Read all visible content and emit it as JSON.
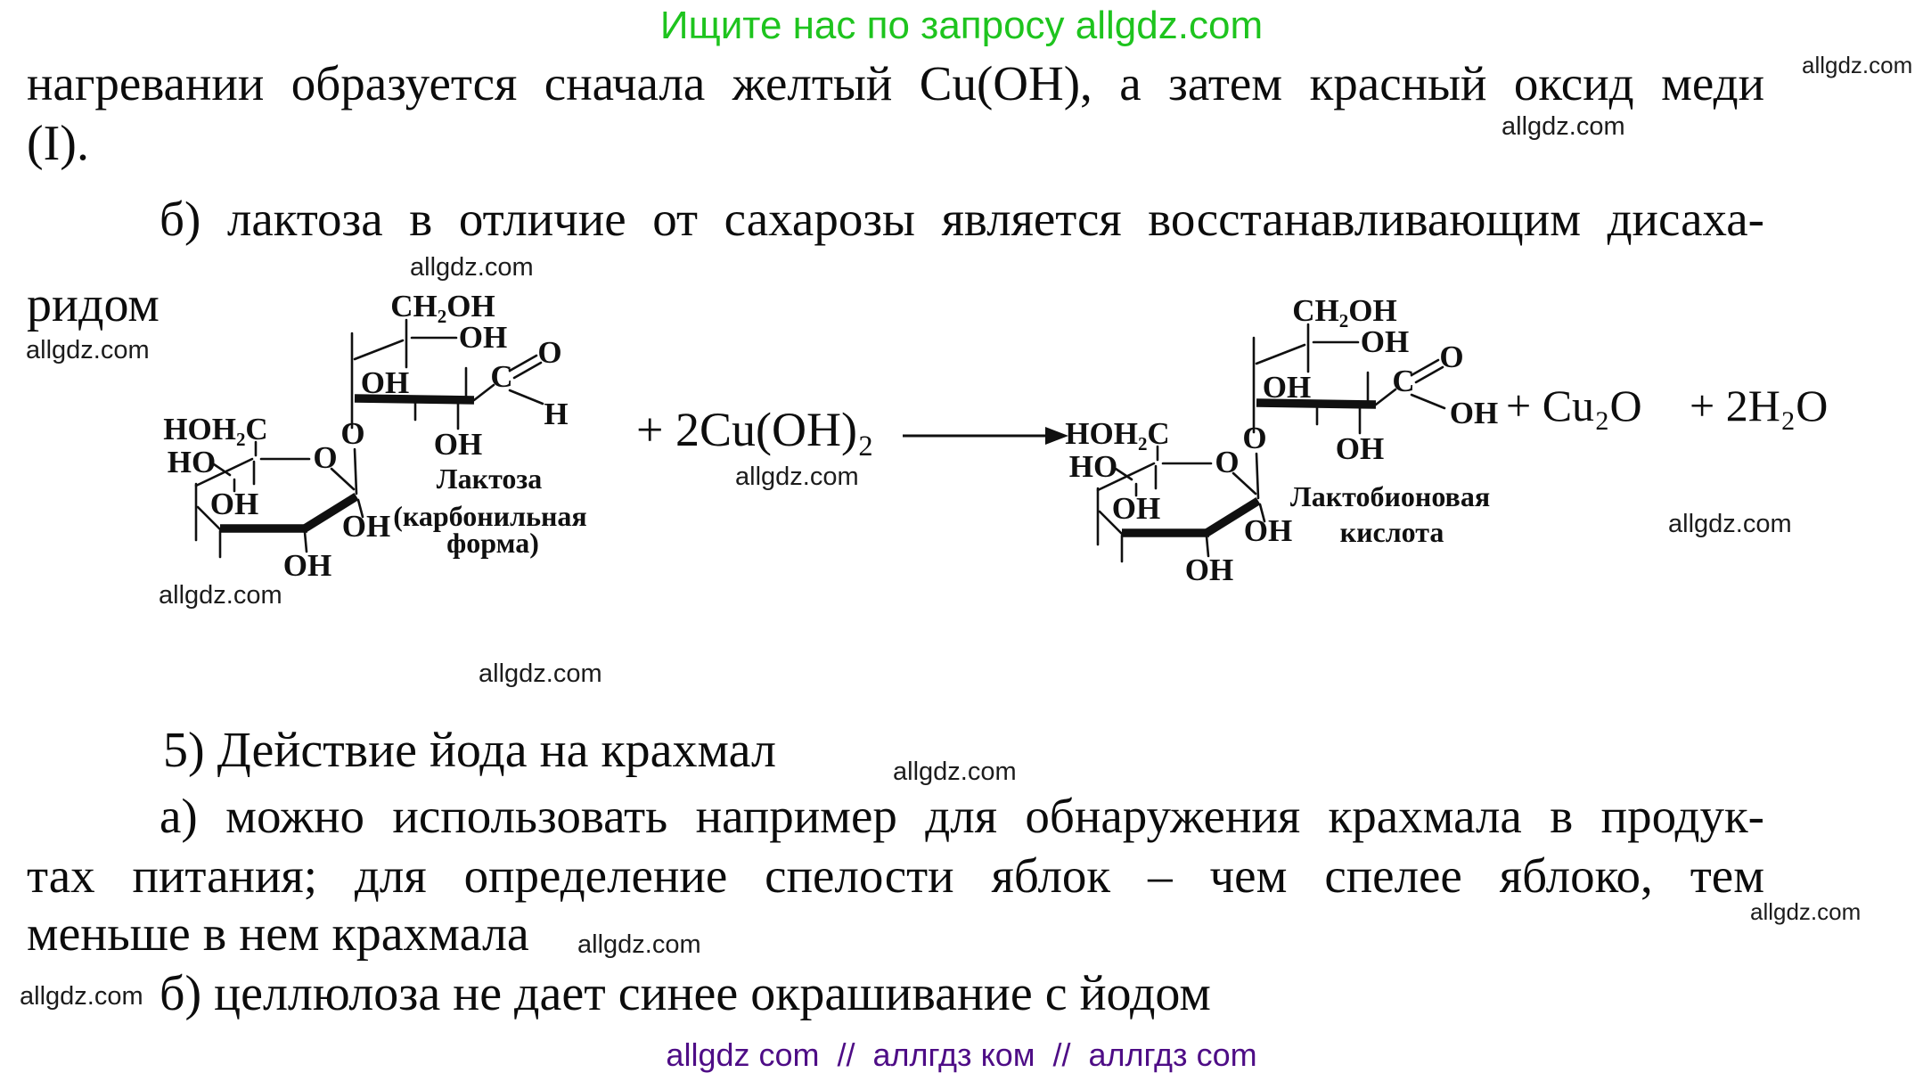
{
  "header": {
    "green_text": "Ищите нас по запросу allgdz.com"
  },
  "watermark": {
    "text": "allgdz.com"
  },
  "footer": {
    "text": "allgdz com  //  аллгдз ком  //  аллгдз com"
  },
  "lines": {
    "l1": "нагревании образуется сначала желтый Cu(OH), а затем красный оксид меди",
    "l2": "(I).",
    "l3": "б) лактоза в отличие от сахарозы является восстанавливающим дисаха-",
    "l4": "ридом",
    "l5": "5) Действие йода на крахмал",
    "l6": "а) можно использовать например для обнаружения крахмала в продук-",
    "l7": "тах питания; для определение спелости яблок – чем спелее яблоко, тем",
    "l8": "меньше в нем крахмала",
    "l9": "б) целлюлоза не дает синее окрашивание с йодом"
  },
  "reaction": {
    "reagent": "+ 2Cu(OH)₂",
    "product1": "+ Cu₂O",
    "product2": "+ 2H₂O",
    "labels": {
      "ch2oh": "CH₂OH",
      "hoh2c": "HOH₂C",
      "oh": "OH",
      "ho": "HO",
      "o": "O",
      "c": "C",
      "h": "H"
    },
    "left_caption": [
      "Лактоза",
      "(карбонильная",
      "форма)"
    ],
    "right_caption": [
      "Лактобионовая",
      "кислота"
    ]
  },
  "colors": {
    "green_accent": "#1ec41e",
    "purple_accent": "#4e0d86",
    "text": "#0c0c0c"
  }
}
